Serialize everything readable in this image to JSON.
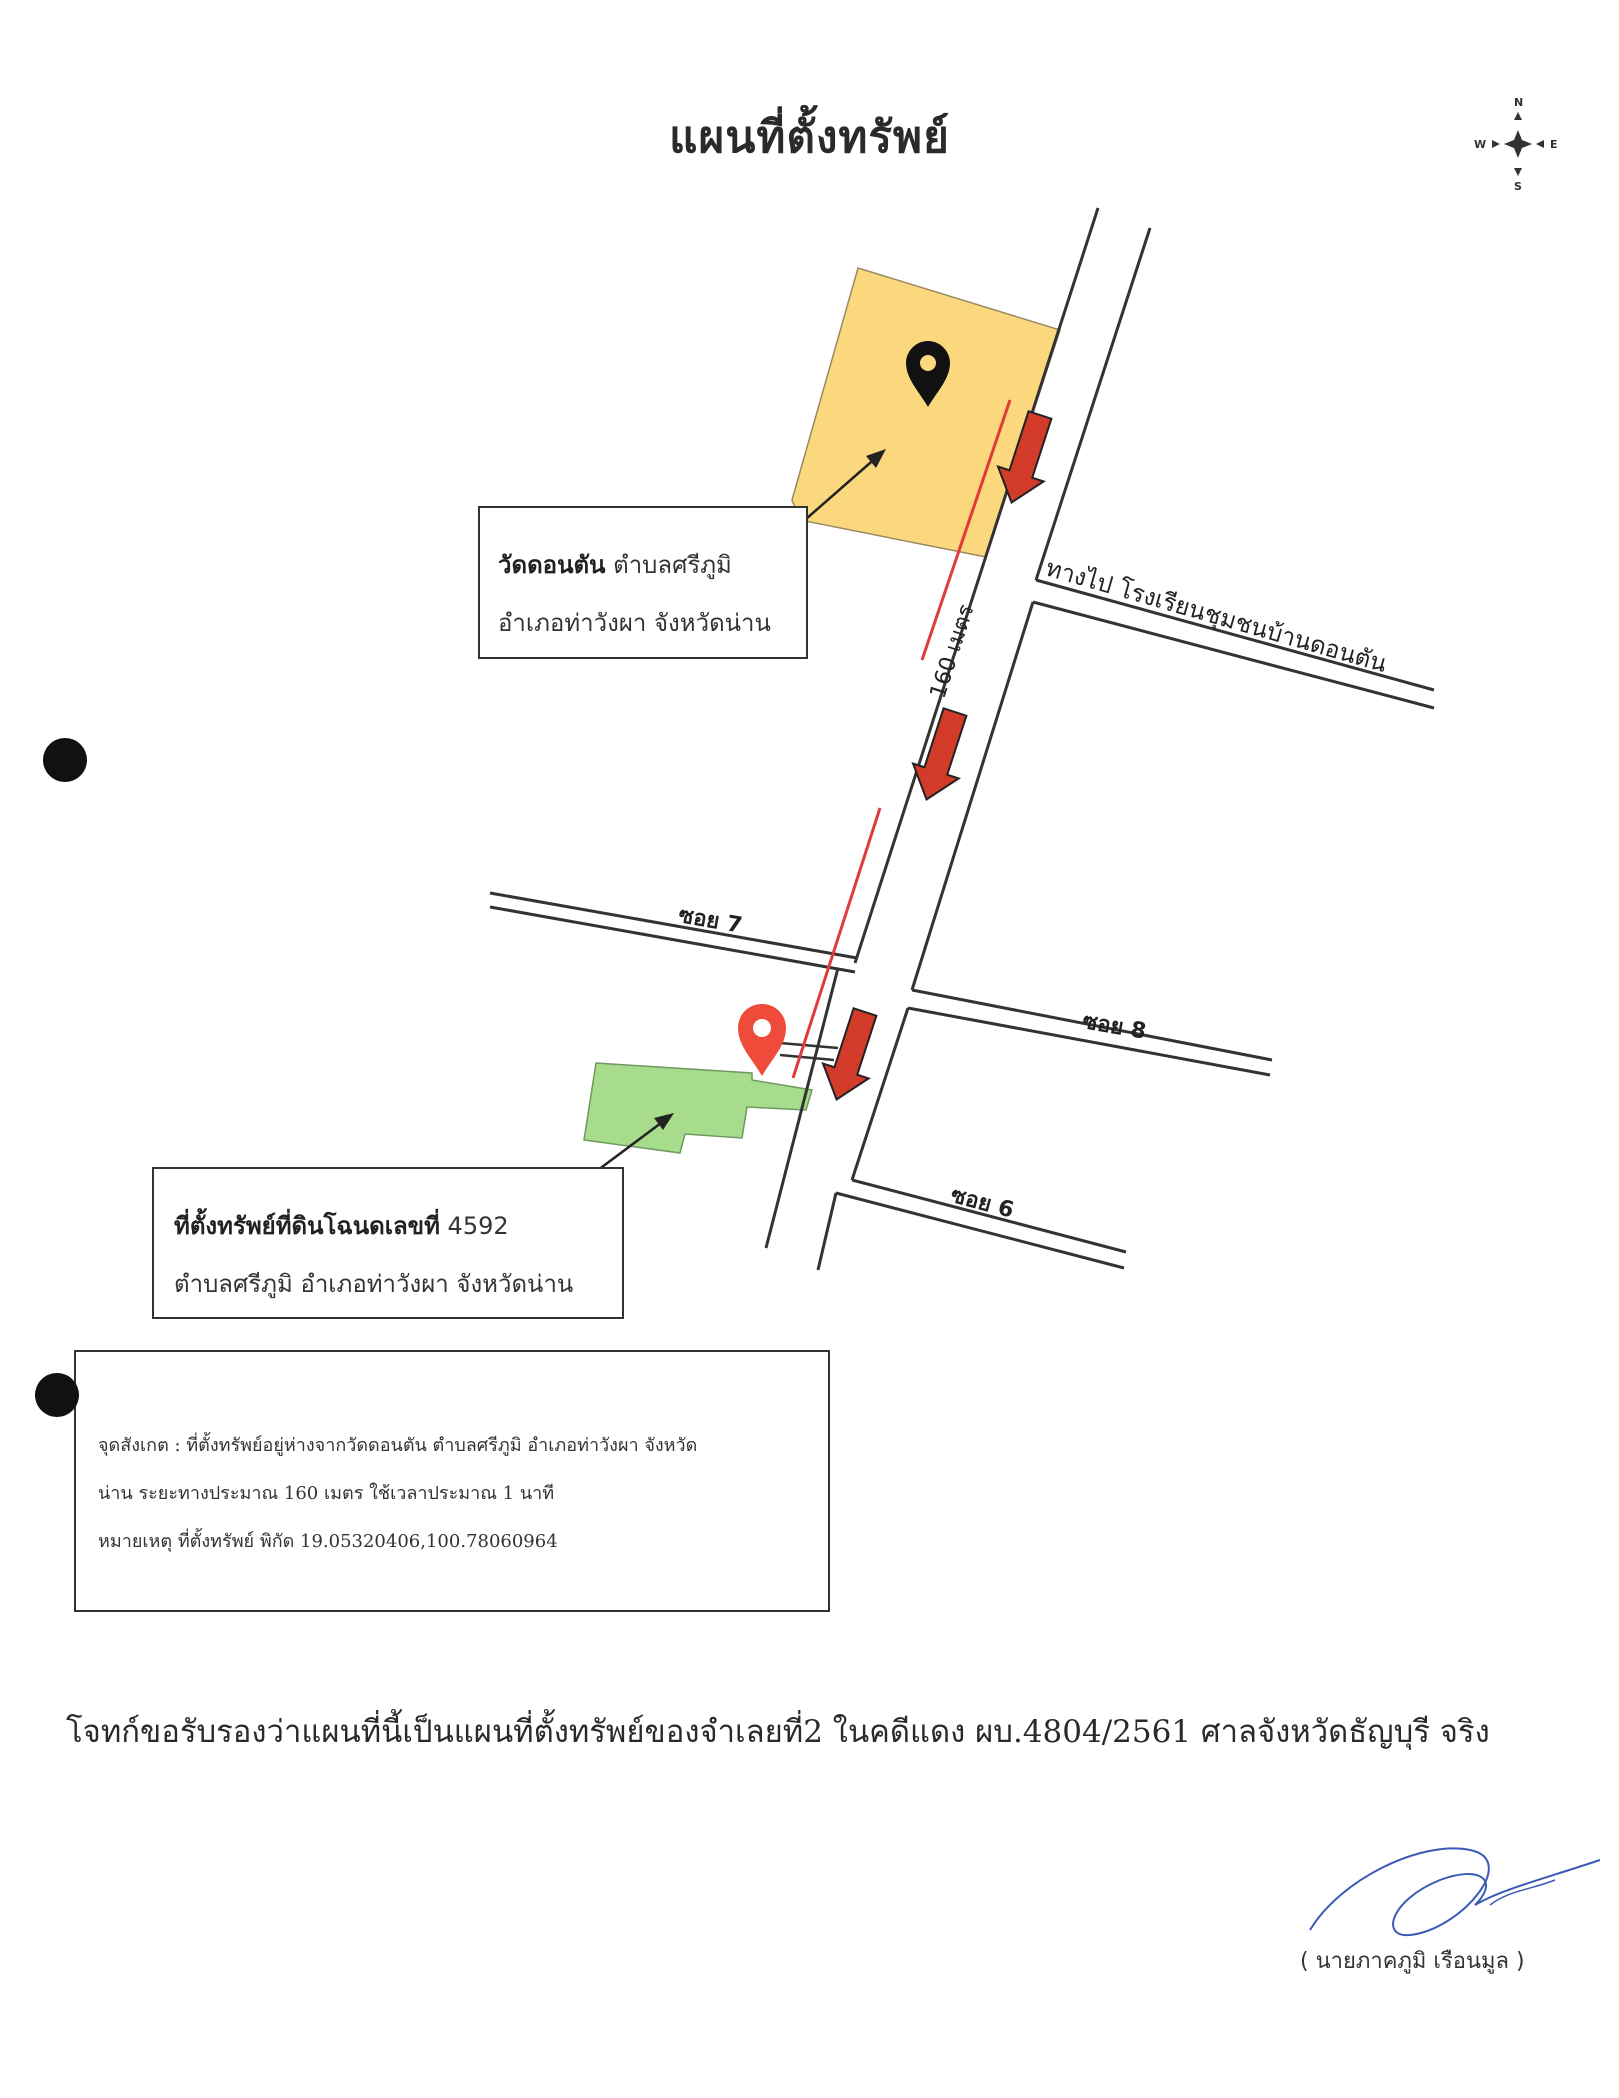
{
  "title": "แผนที่ตั้งทรัพย์",
  "compass": {
    "n": "N",
    "s": "S",
    "e": "E",
    "w": "W"
  },
  "map": {
    "road_to_school": "ทางไป โรงเรียนชุมชนบ้านดอนตัน",
    "soi7": "ซอย 7",
    "soi8": "ซอย 8",
    "soi6": "ซอย 6",
    "distance": "160 เมตร",
    "colors": {
      "temple_fill": "#fbd77e",
      "land_fill": "#a6dc8c",
      "arrow": "#d23a2a",
      "distance_line": "#e03b3b",
      "pin_land": "#ee4b3a",
      "pin_temple": "#111111"
    }
  },
  "temple_box": {
    "name": "วัดดอนตัน",
    "line1_rest": "ตำบลศรีภูมิ",
    "line2": "อำเภอท่าวังผา จังหวัดน่าน"
  },
  "land_box": {
    "label": "ที่ตั้งทรัพย์ที่ดินโฉนดเลขที่",
    "number": "4592",
    "line2": "ตำบลศรีภูมิ อำเภอท่าวังผา จังหวัดน่าน"
  },
  "note_box": {
    "line1": "จุดสังเกต : ที่ตั้งทรัพย์อยู่ห่างจากวัดดอนตัน ตำบลศรีภูมิ อำเภอท่าวังผา จังหวัด",
    "line2": "น่าน ระยะทางประมาณ 160 เมตร ใช้เวลาประมาณ 1 นาที",
    "line3": "หมายเหตุ ที่ตั้งทรัพย์ พิกัด 19.05320406,100.78060964"
  },
  "certification": "โจทก์ขอรับรองว่าแผนที่นี้เป็นแผนที่ตั้งทรัพย์ของจำเลยที่2 ในคดีแดง ผบ.4804/2561 ศาลจังหวัดธัญบุรี จริง",
  "signer": "( นายภาคภูมิ เรือนมูล )"
}
